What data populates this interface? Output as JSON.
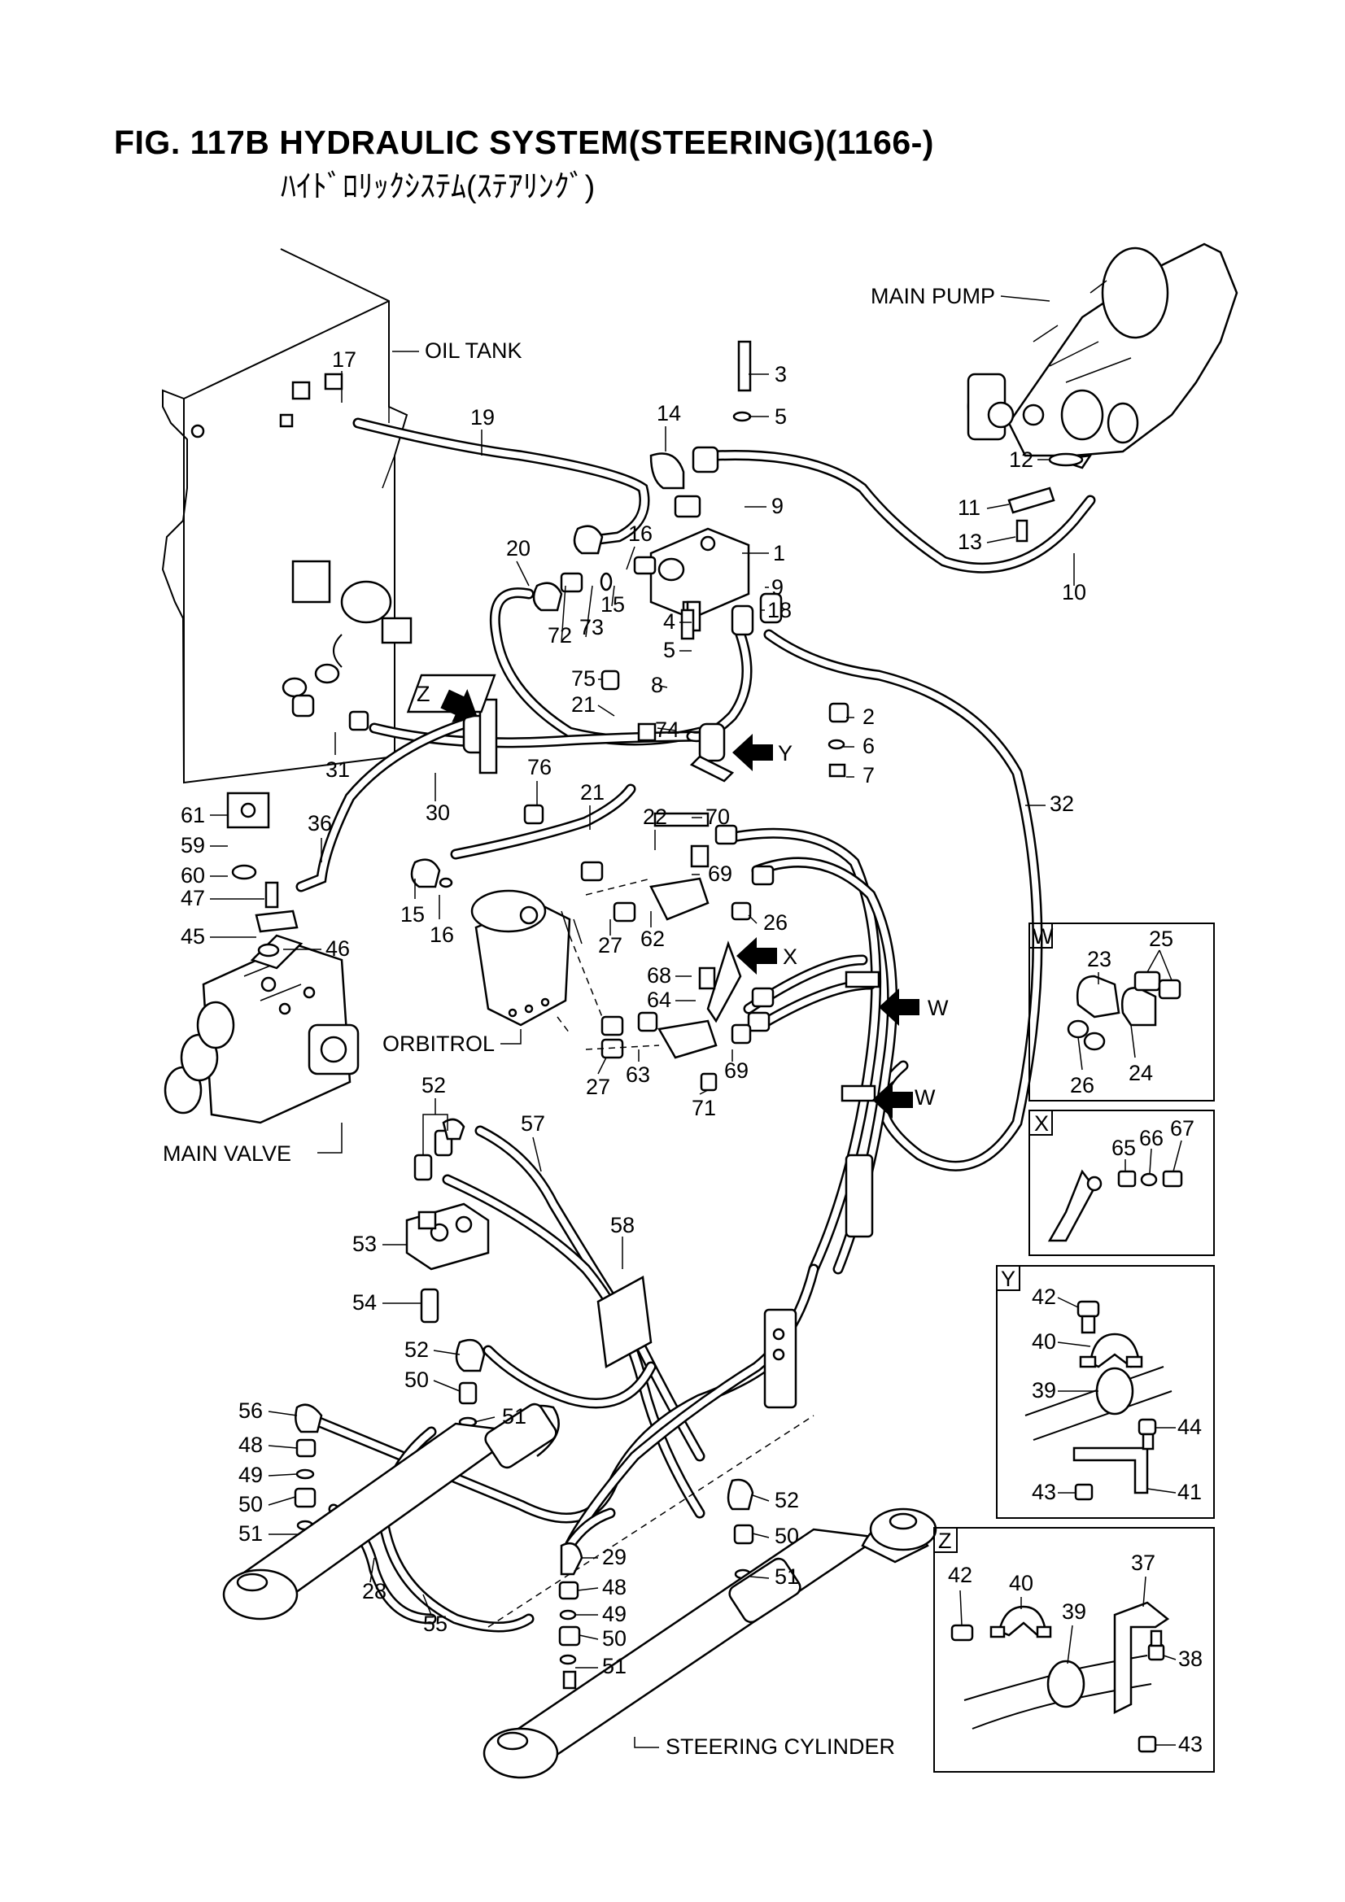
{
  "title": "FIG. 117B HYDRAULIC SYSTEM(STEERING)(1166-)",
  "subtitle": "ﾊｲﾄﾞﾛﾘｯｸｼｽﾃﾑ(ｽﾃｱﾘﾝｸﾞ)",
  "components": {
    "main_pump": "MAIN PUMP",
    "oil_tank": "OIL TANK",
    "orbitrol": "ORBITROL",
    "main_valve": "MAIN VALVE",
    "steering_cylinder": "STEERING CYLINDER"
  },
  "view_arrows": {
    "z": "Z",
    "y": "Y",
    "x": "X",
    "w1": "W",
    "w2": "W"
  },
  "detail_views": {
    "w": {
      "letter": "W",
      "parts": [
        "23",
        "25",
        "26",
        "24"
      ]
    },
    "x": {
      "letter": "X",
      "parts": [
        "65",
        "66",
        "67"
      ]
    },
    "y": {
      "letter": "Y",
      "parts": [
        "42",
        "40",
        "39",
        "44",
        "43",
        "41"
      ]
    },
    "z": {
      "letter": "Z",
      "parts": [
        "42",
        "40",
        "37",
        "39",
        "38",
        "43"
      ]
    }
  },
  "part_numbers": {
    "p3": "3",
    "p5a": "5",
    "p14": "14",
    "p9a": "9",
    "p1": "1",
    "p9b": "9",
    "p18": "18",
    "p12": "12",
    "p11": "11",
    "p13": "13",
    "p10": "10",
    "p17": "17",
    "p19": "19",
    "p20": "20",
    "p16a": "16",
    "p15a": "15",
    "p72": "72",
    "p73": "73",
    "p4": "4",
    "p5b": "5",
    "p75": "75",
    "p8": "8",
    "p21a": "21",
    "p74": "74",
    "p2": "2",
    "p6": "6",
    "p7": "7",
    "p31": "31",
    "p30": "30",
    "p76": "76",
    "p21b": "21",
    "p32": "32",
    "p61": "61",
    "p59": "59",
    "p36": "36",
    "p60": "60",
    "p47": "47",
    "p45": "45",
    "p46": "46",
    "p15b": "15",
    "p16b": "16",
    "p22": "22",
    "p70": "70",
    "p69a": "69",
    "p27a": "27",
    "p62": "62",
    "p26": "26",
    "p68": "68",
    "p64": "64",
    "p27b": "27",
    "p63": "63",
    "p69b": "69",
    "p71": "71",
    "p52a": "52",
    "p57": "57",
    "p53": "53",
    "p58": "58",
    "p54": "54",
    "p52b": "52",
    "p50a": "50",
    "p51a": "51",
    "p56": "56",
    "p48a": "48",
    "p49a": "49",
    "p50b": "50",
    "p51b": "51",
    "p52c": "52",
    "p50c": "50",
    "p29": "29",
    "p51c": "51",
    "p28": "28",
    "p55": "55",
    "p48b": "48",
    "p49b": "49",
    "p50d": "50",
    "p51d": "51"
  }
}
